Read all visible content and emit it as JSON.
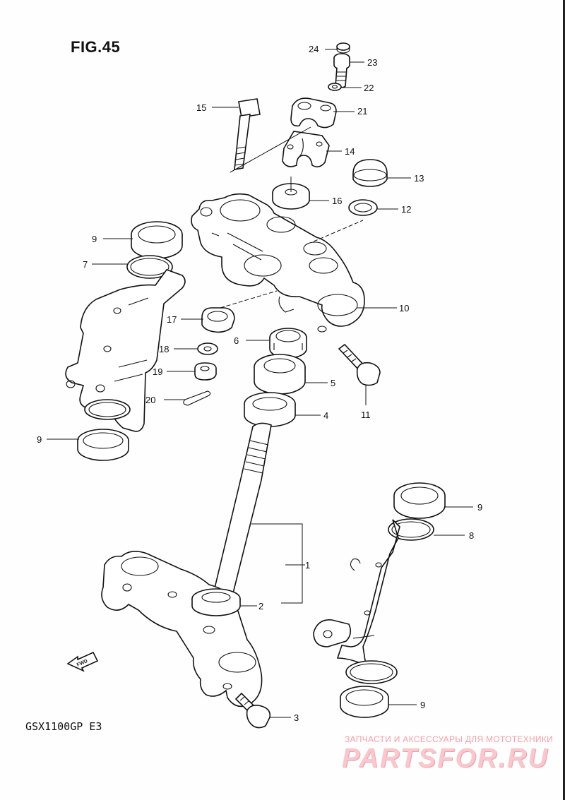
{
  "figure": {
    "title": "FIG.45"
  },
  "model": "GSX1100GP E3",
  "fwd_label": "FWD",
  "watermark": {
    "text": "ЗАПЧАСТИ И АКСЕССУАРЫ ДЛЯ МОТОТЕХНИКИ",
    "logo": "PARTSFOR.RU",
    "color": "#f2a0a8"
  },
  "callouts": [
    {
      "id": "c24",
      "label": "24"
    },
    {
      "id": "c23",
      "label": "23"
    },
    {
      "id": "c22",
      "label": "22"
    },
    {
      "id": "c21",
      "label": "21"
    },
    {
      "id": "c15",
      "label": "15"
    },
    {
      "id": "c14",
      "label": "14"
    },
    {
      "id": "c13",
      "label": "13"
    },
    {
      "id": "c16",
      "label": "16"
    },
    {
      "id": "c12",
      "label": "12"
    },
    {
      "id": "c9a",
      "label": "9"
    },
    {
      "id": "c7",
      "label": "7"
    },
    {
      "id": "c10",
      "label": "10"
    },
    {
      "id": "c17",
      "label": "17"
    },
    {
      "id": "c6",
      "label": "6"
    },
    {
      "id": "c18",
      "label": "18"
    },
    {
      "id": "c19",
      "label": "19"
    },
    {
      "id": "c5",
      "label": "5"
    },
    {
      "id": "c11",
      "label": "11"
    },
    {
      "id": "c20",
      "label": "20"
    },
    {
      "id": "c4",
      "label": "4"
    },
    {
      "id": "c9b",
      "label": "9"
    },
    {
      "id": "c9c",
      "label": "9"
    },
    {
      "id": "c8",
      "label": "8"
    },
    {
      "id": "c1",
      "label": "1"
    },
    {
      "id": "c2",
      "label": "2"
    },
    {
      "id": "c9d",
      "label": "9"
    },
    {
      "id": "c3",
      "label": "3"
    }
  ]
}
